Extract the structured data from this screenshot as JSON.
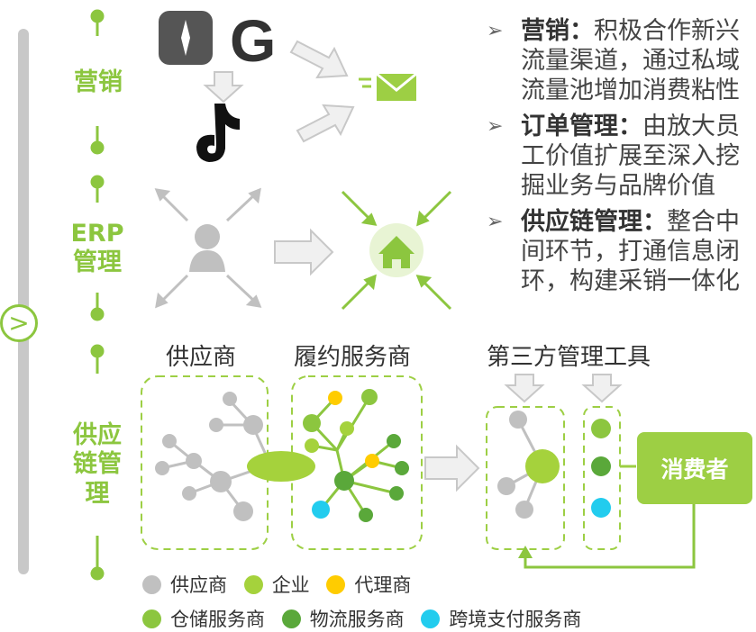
{
  "sections": {
    "marketing": "营销",
    "erp_line1": "ERP",
    "erp_line2": "管理",
    "supply_chain": [
      "供应",
      "链管",
      "理"
    ]
  },
  "groups": {
    "supplier": "供应商",
    "fulfillment": "履约服务商",
    "third_party": "第三方管理工具"
  },
  "consumer": "消费者",
  "bullets": [
    {
      "arrow": "➢",
      "lead": "营销：",
      "text": "积极合作新兴流量渠道，通过私域流量池增加消费粘性"
    },
    {
      "arrow": "➢",
      "lead": "订单管理：",
      "text": "由放大员工价值扩展至深入挖掘业务与品牌价值"
    },
    {
      "arrow": "➢",
      "lead": "供应链管理：",
      "text": "整合中间环节，打通信息闭环，构建采销一体化"
    }
  ],
  "legend": [
    {
      "label": "供应商",
      "color": "#c0c0c0"
    },
    {
      "label": "企业",
      "color": "#a5d23c"
    },
    {
      "label": "代理商",
      "color": "#ffcc00"
    },
    {
      "label": "仓储服务商",
      "color": "#8cc63f"
    },
    {
      "label": "物流服务商",
      "color": "#5aa83a"
    },
    {
      "label": "跨境支付服务商",
      "color": "#22ccee"
    }
  ],
  "icons": [
    "sparkle-app-icon",
    "google-icon",
    "tiktok-icon",
    "email-icon",
    "person-icon",
    "home-icon"
  ],
  "colors": {
    "accent": "#8cc63f",
    "gray": "#c0c0c0"
  }
}
